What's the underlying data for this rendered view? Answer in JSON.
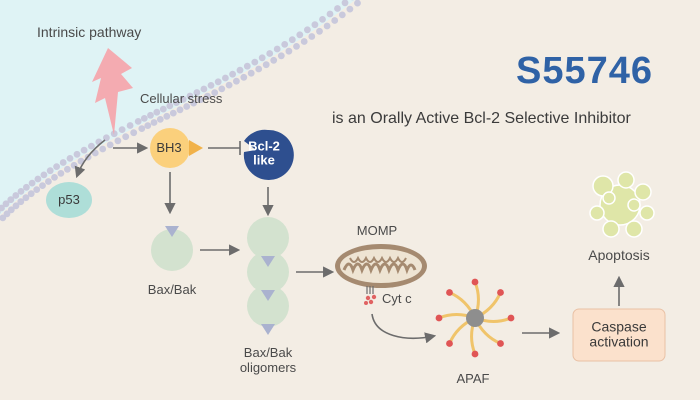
{
  "title": "S55746",
  "subtitle": "is an Orally Active Bcl-2 Selective Inhibitor",
  "colors": {
    "background": "#f3ede4",
    "cell_interior": "#dff3f5",
    "membrane_dot": "#c9c9dc",
    "title_blue": "#2f62a6",
    "lightning": "#f6a3aa",
    "bh3": "#fbd07c",
    "bcl2": "#2e4f8f",
    "p53": "#aeded8",
    "bax": "#d3e2cf",
    "mito": "#a58a70",
    "caspase_box": "#fbe1cc",
    "arrow": "#6c6c6c"
  },
  "labels": {
    "intrinsic_pathway": "Intrinsic pathway",
    "cellular_stress": "Cellular stress",
    "p53": "p53",
    "bh3": "BH3",
    "bcl2_line1": "Bcl-2",
    "bcl2_line2": "like",
    "bax_bak": "Bax/Bak",
    "bax_bak_oligomers_line1": "Bax/Bak",
    "bax_bak_oligomers_line2": "oligomers",
    "momp": "MOMP",
    "cyt_c": "Cyt c",
    "apaf": "APAF",
    "caspase_line1": "Caspase",
    "caspase_line2": "activation",
    "apoptosis": "Apoptosis"
  },
  "icons": [
    "lightning-bolt-icon",
    "mitochondrion-icon",
    "apoptotic-cell-icon",
    "apaf-apoptosome-icon"
  ]
}
